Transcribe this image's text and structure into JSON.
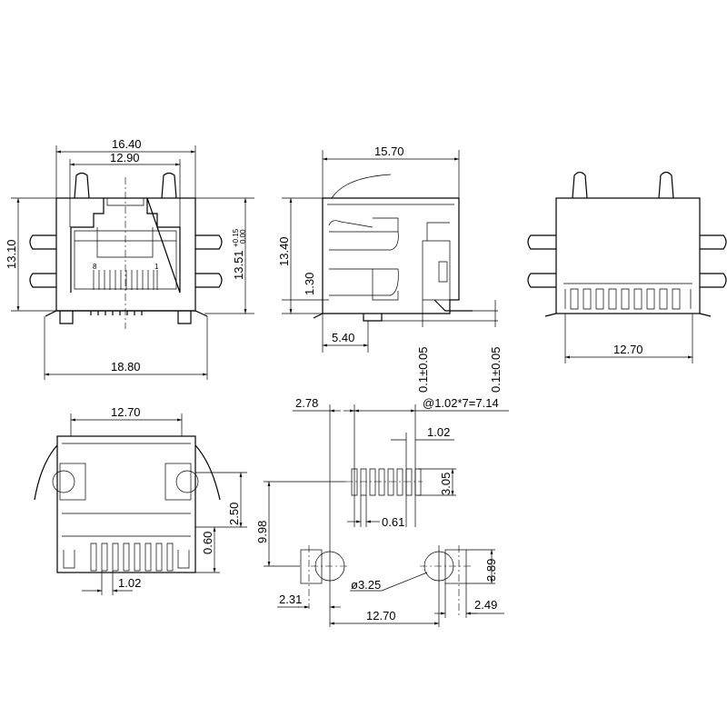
{
  "front_view": {
    "width_outer": "16.40",
    "width_inner": "12.90",
    "height": "13.10",
    "height_total": "13.51",
    "tol_plus": "+0.15",
    "tol_minus": "0.00",
    "width_tabs": "18.80",
    "pin_8": "8",
    "pin_1": "1"
  },
  "side_view": {
    "length": "15.70",
    "height": "13.40",
    "offset": "1.30",
    "tab": "5.40",
    "coplanarity_1": "0.1±0.05",
    "coplanarity_2": "0.1±0.05"
  },
  "rear_view": {
    "width": "12.70"
  },
  "bottom_view": {
    "width": "12.70",
    "height_1": "2.50",
    "height_2": "0.60",
    "pitch": "1.02"
  },
  "footprint": {
    "offset": "2.78",
    "pitch_total": "@1.02*7=7.14",
    "pitch": "1.02",
    "pad_length": "3.05",
    "pad_width": "0.61",
    "row_distance": "9.98",
    "hole_pad": "3.89",
    "hole_diameter": "ø3.25",
    "left_offset": "2.31",
    "hole_spacing": "12.70",
    "right_offset": "2.49"
  }
}
